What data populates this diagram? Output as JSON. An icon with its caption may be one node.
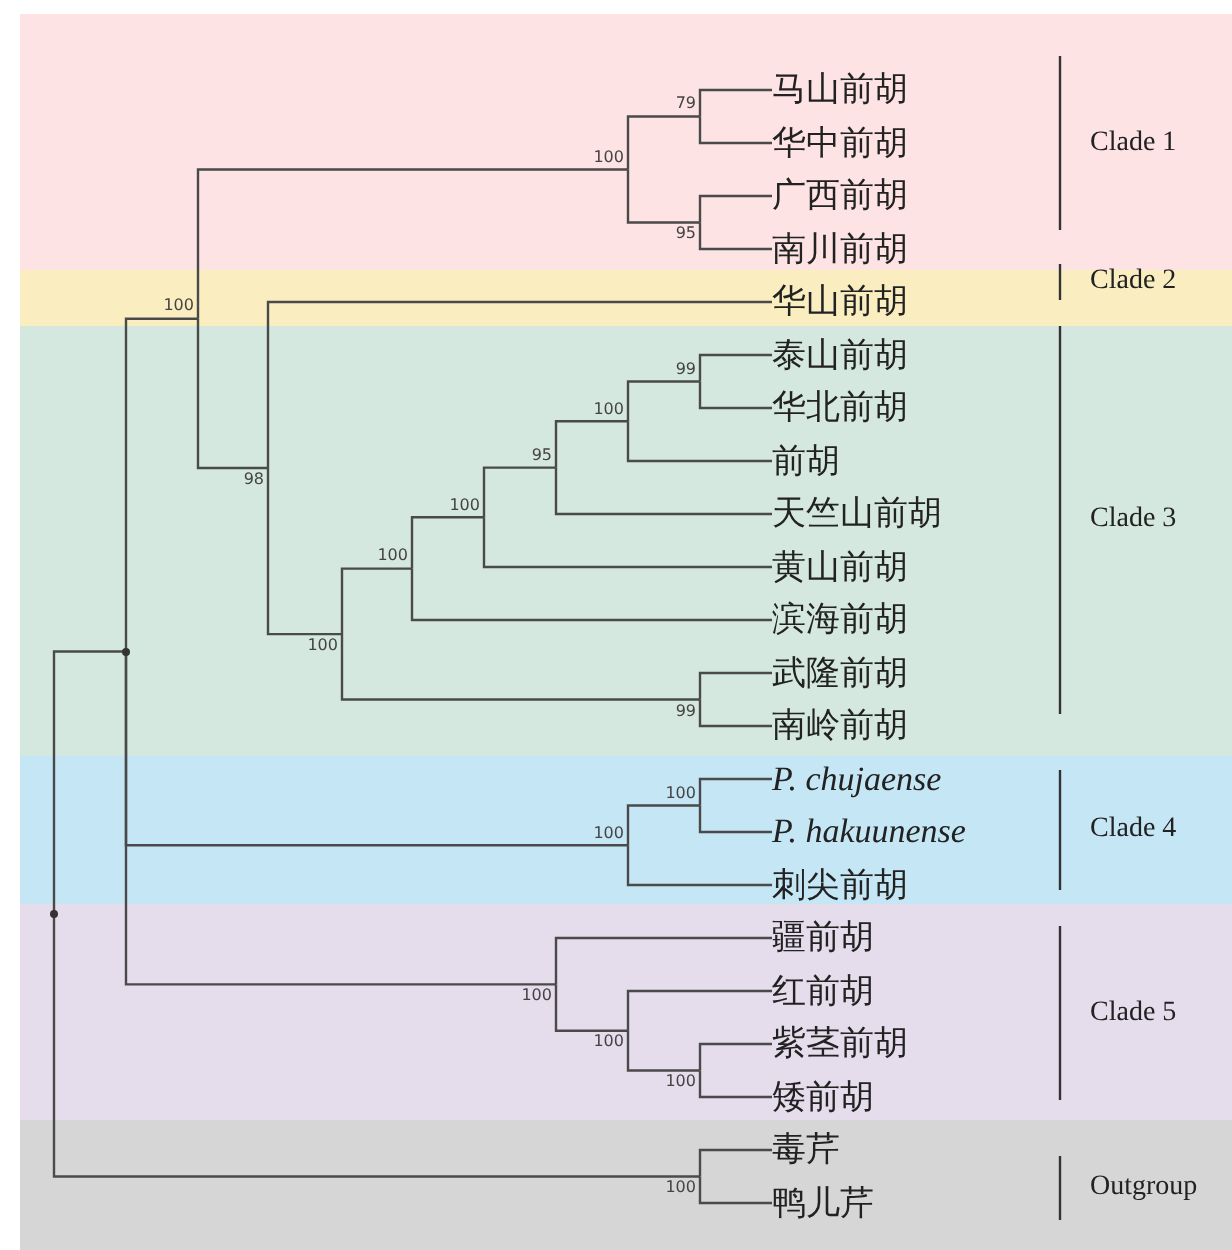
{
  "diagram": {
    "nodes": [
      {
        "text": [
          "Clade 1"
        ]
      },
      {
        "text": [
          "马山前胡"
        ],
        "in": 0
      },
      {
        "text": [
          "华中前胡"
        ],
        "in": 0
      },
      {
        "text": [
          "广西前胡"
        ],
        "in": 0
      },
      {
        "text": [
          "南川前胡"
        ],
        "in": 0
      },
      {
        "text": [
          "Clade 2"
        ]
      },
      {
        "text": [
          "华山前胡"
        ],
        "in": 5
      },
      {
        "text": [
          "Clade 3"
        ]
      },
      {
        "text": [
          "泰山前胡"
        ],
        "in": 7
      },
      {
        "text": [
          "华北前胡"
        ],
        "in": 7
      },
      {
        "text": [
          "前胡"
        ],
        "in": 7
      },
      {
        "text": [
          "天竺山前胡"
        ],
        "in": 7
      },
      {
        "text": [
          "黄山前胡"
        ],
        "in": 7
      },
      {
        "text": [
          "滨海前胡"
        ],
        "in": 7
      },
      {
        "text": [
          "武隆前胡"
        ],
        "in": 7
      },
      {
        "text": [
          "南岭前胡"
        ],
        "in": 7
      },
      {
        "text": [
          "Clade 4"
        ]
      },
      {
        "text": [
          "*P. chujaense*"
        ],
        "in": 16
      },
      {
        "text": [
          "*P. hakuunense*"
        ],
        "in": 16
      },
      {
        "text": [
          "刺尖前胡"
        ],
        "in": 16
      },
      {
        "text": [
          "Clade 5"
        ]
      },
      {
        "text": [
          "疆前胡"
        ],
        "in": 20
      },
      {
        "text": [
          "红前胡"
        ],
        "in": 20
      },
      {
        "text": [
          "紫茎前胡"
        ],
        "in": 20
      },
      {
        "text": [
          "矮前胡"
        ],
        "in": 20
      },
      {
        "text": [
          "Outgroup"
        ]
      },
      {
        "text": [
          "毒芹"
        ],
        "in": 25
      },
      {
        "text": [
          "鸭儿芹"
        ],
        "in": 25
      },
      {
        "text": [],
        "shape": "point",
        "in": 20
      },
      {
        "text": [],
        "shape": "point",
        "in": 7
      },
      {
        "text": [
          "100"
        ],
        "in": 5
      },
      {
        "text": [
          "100"
        ],
        "in": 0
      },
      {
        "text": [
          "79"
        ],
        "in": 0
      },
      {
        "text": [
          "95"
        ],
        "in": 0
      },
      {
        "text": [
          "98"
        ],
        "in": 7
      },
      {
        "text": [
          "100"
        ],
        "in": 7
      },
      {
        "text": [
          "100"
        ],
        "in": 7
      },
      {
        "text": [
          "100"
        ],
        "in": 7
      },
      {
        "text": [
          "95"
        ],
        "in": 7
      },
      {
        "text": [
          "100"
        ],
        "in": 7
      },
      {
        "text": [
          "99"
        ],
        "in": 7
      },
      {
        "text": [
          "99"
        ],
        "in": 7
      },
      {
        "text": [
          "100"
        ],
        "in": 16
      },
      {
        "text": [
          "100"
        ],
        "in": 16
      },
      {
        "text": [
          "100"
        ],
        "in": 20
      },
      {
        "text": [
          "100"
        ],
        "in": 20
      },
      {
        "text": [
          "100"
        ],
        "in": 20
      },
      {
        "text": [
          "100"
        ],
        "in": 25
      }
    ],
    "edges": [
      {
        "from": 28,
        "to": 29,
        "arrow": "none"
      },
      {
        "from": 28,
        "to": 47,
        "arrow": "none"
      },
      {
        "from": 29,
        "to": 30,
        "arrow": "none"
      },
      {
        "from": 29,
        "to": 42,
        "arrow": "none"
      },
      {
        "from": 29,
        "to": 44,
        "arrow": "none"
      },
      {
        "from": 30,
        "to": 31,
        "arrow": "none"
      },
      {
        "from": 30,
        "to": 34,
        "arrow": "none"
      },
      {
        "from": 31,
        "to": 32,
        "arrow": "none"
      },
      {
        "from": 31,
        "to": 33,
        "arrow": "none"
      },
      {
        "from": 32,
        "to": 1,
        "arrow": "none"
      },
      {
        "from": 32,
        "to": 2,
        "arrow": "none"
      },
      {
        "from": 33,
        "to": 3,
        "arrow": "none"
      },
      {
        "from": 33,
        "to": 4,
        "arrow": "none"
      },
      {
        "from": 34,
        "to": 6,
        "arrow": "none"
      },
      {
        "from": 34,
        "to": 35,
        "arrow": "none"
      },
      {
        "from": 35,
        "to": 36,
        "arrow": "none"
      },
      {
        "from": 35,
        "to": 41,
        "arrow": "none"
      },
      {
        "from": 36,
        "to": 37,
        "arrow": "none"
      },
      {
        "from": 36,
        "to": 13,
        "arrow": "none"
      },
      {
        "from": 37,
        "to": 38,
        "arrow": "none"
      },
      {
        "from": 37,
        "to": 12,
        "arrow": "none"
      },
      {
        "from": 38,
        "to": 39,
        "arrow": "none"
      },
      {
        "from": 38,
        "to": 11,
        "arrow": "none"
      },
      {
        "from": 39,
        "to": 40,
        "arrow": "none"
      },
      {
        "from": 39,
        "to": 10,
        "arrow": "none"
      },
      {
        "from": 40,
        "to": 8,
        "arrow": "none"
      },
      {
        "from": 40,
        "to": 9,
        "arrow": "none"
      },
      {
        "from": 41,
        "to": 14,
        "arrow": "none"
      },
      {
        "from": 41,
        "to": 15,
        "arrow": "none"
      },
      {
        "from": 42,
        "to": 43,
        "arrow": "none"
      },
      {
        "from": 42,
        "to": 19,
        "arrow": "none"
      },
      {
        "from": 43,
        "to": 17,
        "arrow": "none"
      },
      {
        "from": 43,
        "to": 18,
        "arrow": "none"
      },
      {
        "from": 44,
        "to": 21,
        "arrow": "none"
      },
      {
        "from": 44,
        "to": 45,
        "arrow": "none"
      },
      {
        "from": 45,
        "to": 22,
        "arrow": "none"
      },
      {
        "from": 45,
        "to": 46,
        "arrow": "none"
      },
      {
        "from": 46,
        "to": 23,
        "arrow": "none"
      },
      {
        "from": 46,
        "to": 24,
        "arrow": "none"
      },
      {
        "from": 47,
        "to": 26,
        "arrow": "none"
      },
      {
        "from": 47,
        "to": 27,
        "arrow": "none"
      }
    ]
  }
}
